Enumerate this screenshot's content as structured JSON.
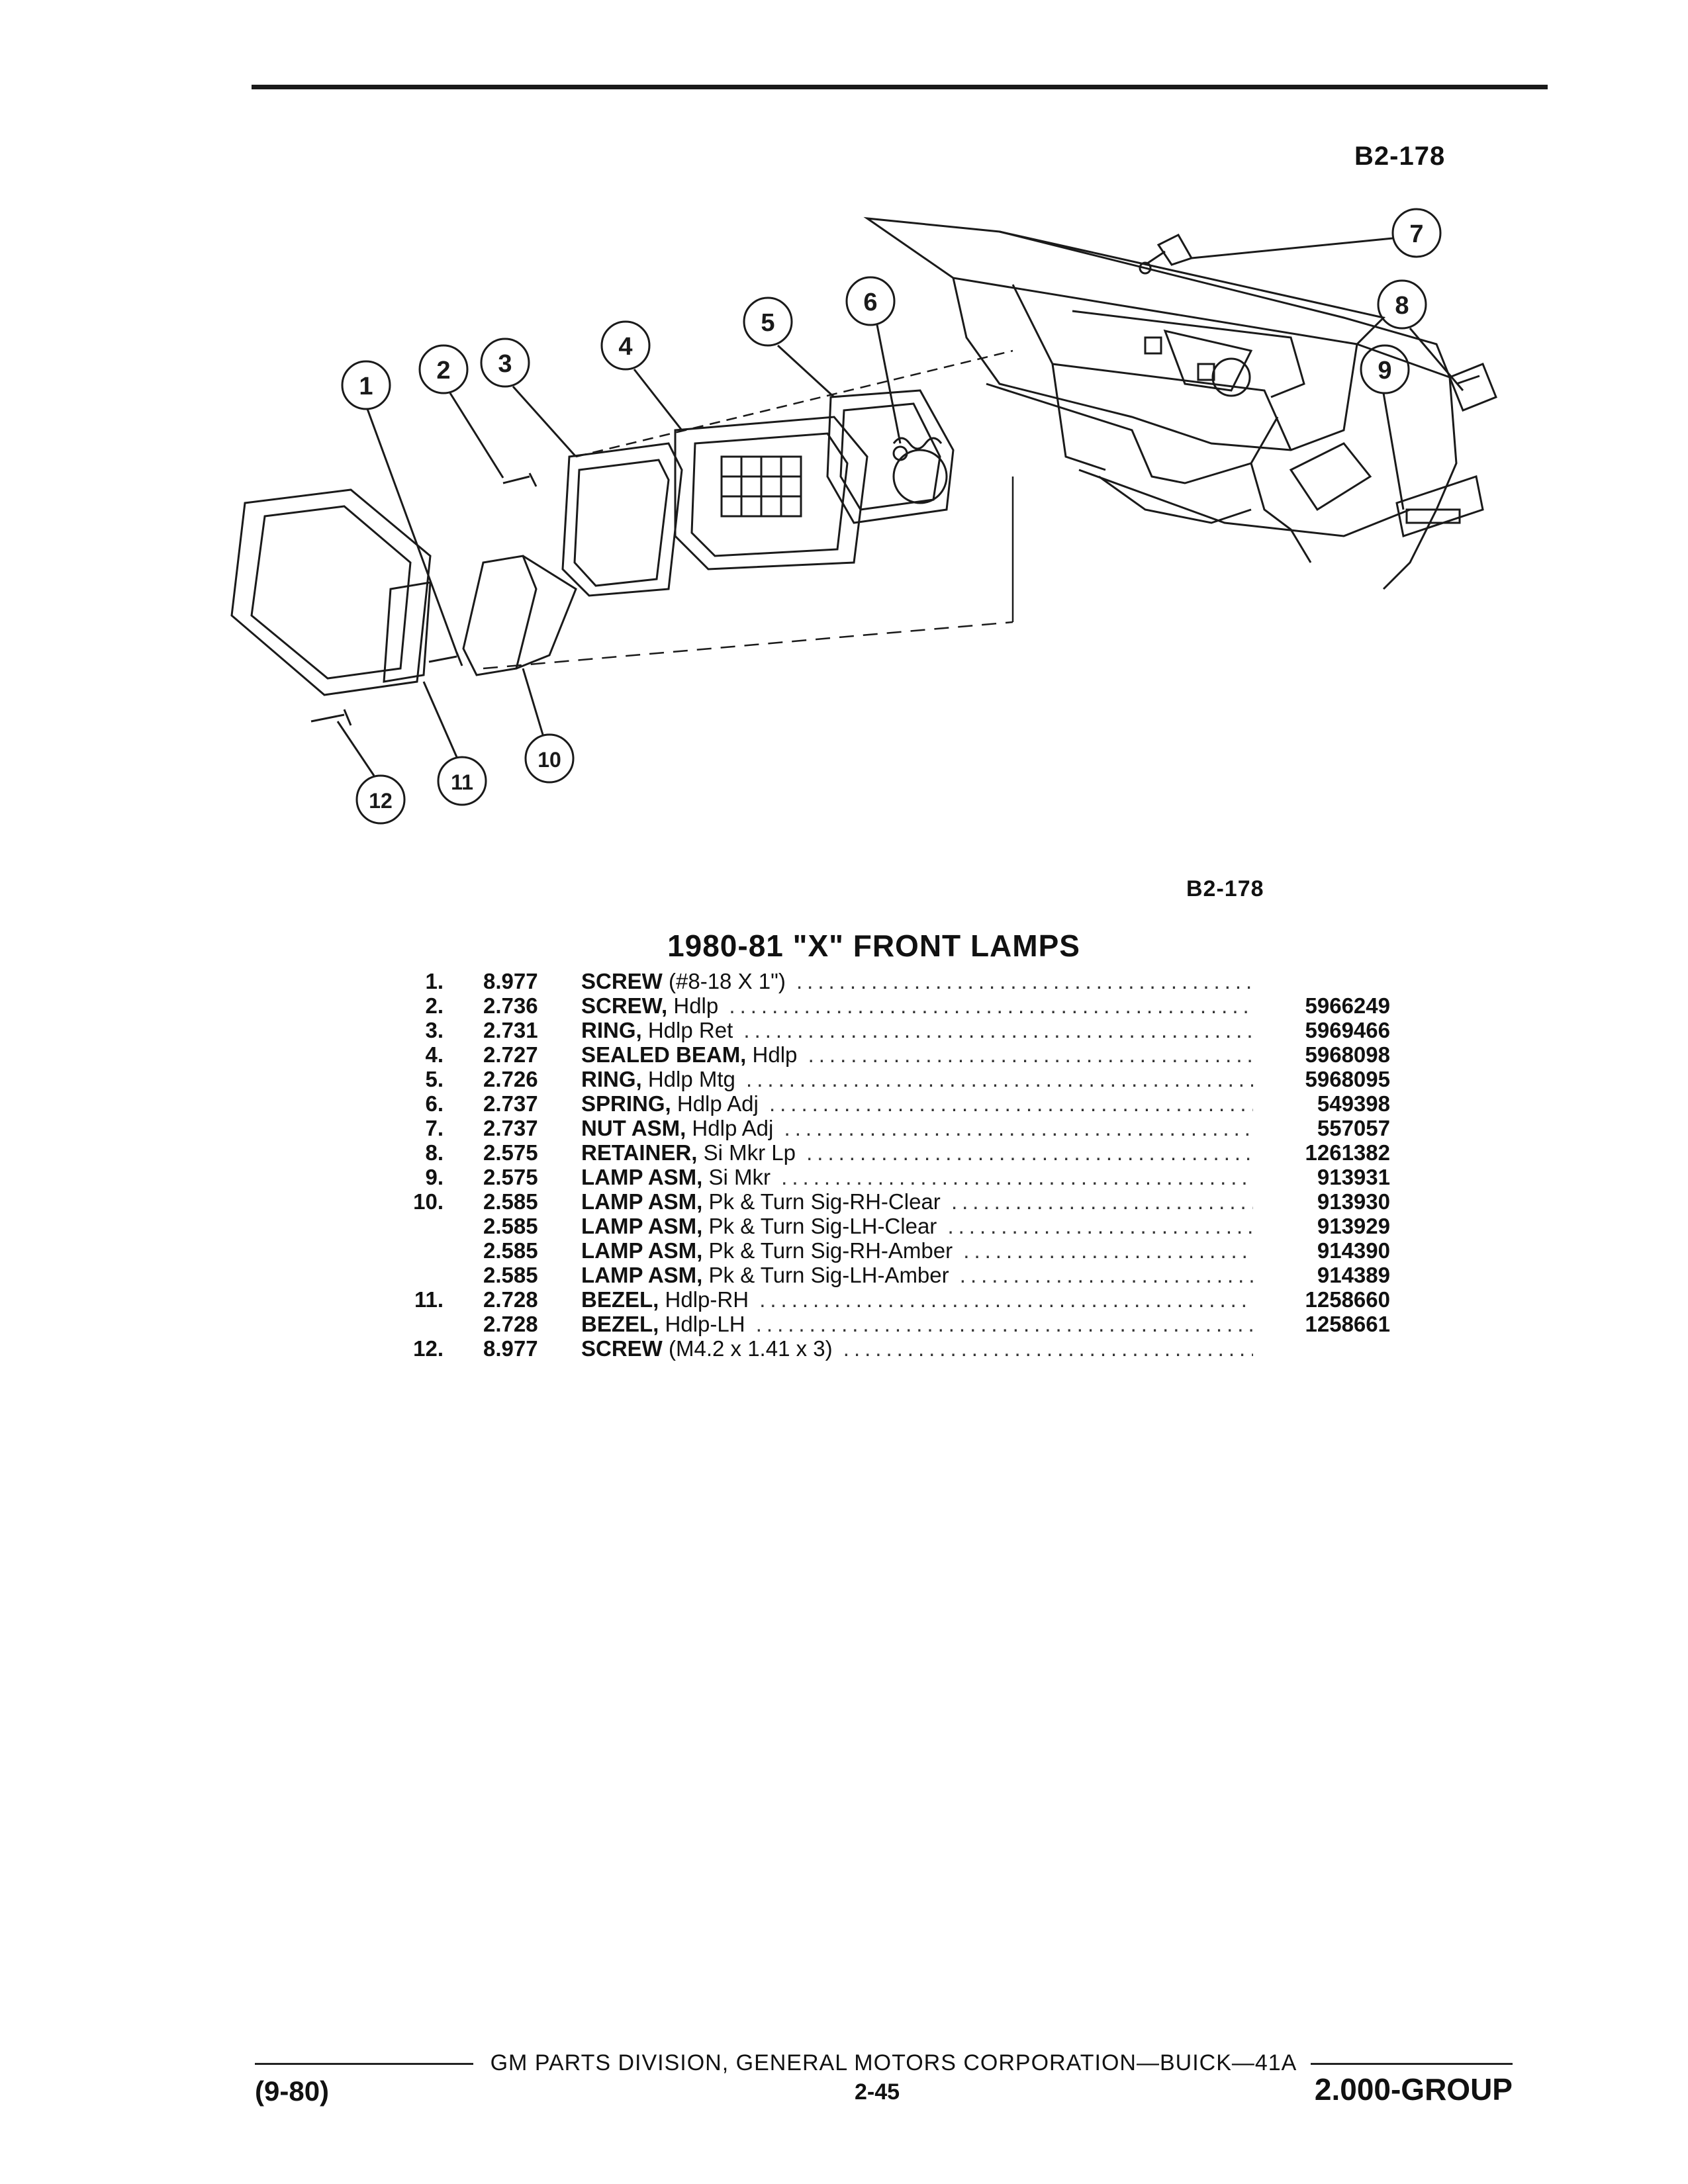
{
  "figure": {
    "id_top": "B2-178",
    "id_bottom": "B2-178",
    "callouts": [
      "1",
      "2",
      "3",
      "4",
      "5",
      "6",
      "7",
      "8",
      "9",
      "10",
      "11",
      "12"
    ]
  },
  "section": {
    "title": "1980-81 \"X\" FRONT LAMPS"
  },
  "parts": [
    {
      "index": "1.",
      "code": "8.977",
      "name": "SCREW",
      "detail": " (#8-18 X 1\")",
      "part_number": ""
    },
    {
      "index": "2.",
      "code": "2.736",
      "name": "SCREW,",
      "detail": " Hdlp",
      "part_number": "5966249"
    },
    {
      "index": "3.",
      "code": "2.731",
      "name": "RING,",
      "detail": " Hdlp Ret",
      "part_number": "5969466"
    },
    {
      "index": "4.",
      "code": "2.727",
      "name": "SEALED BEAM,",
      "detail": " Hdlp",
      "part_number": "5968098"
    },
    {
      "index": "5.",
      "code": "2.726",
      "name": "RING,",
      "detail": " Hdlp Mtg",
      "part_number": "5968095"
    },
    {
      "index": "6.",
      "code": "2.737",
      "name": "SPRING,",
      "detail": " Hdlp Adj",
      "part_number": "549398"
    },
    {
      "index": "7.",
      "code": "2.737",
      "name": "NUT ASM,",
      "detail": " Hdlp Adj",
      "part_number": "557057"
    },
    {
      "index": "8.",
      "code": "2.575",
      "name": "RETAINER,",
      "detail": " Si Mkr Lp",
      "part_number": "1261382"
    },
    {
      "index": "9.",
      "code": "2.575",
      "name": "LAMP ASM,",
      "detail": " Si Mkr",
      "part_number": "913931"
    },
    {
      "index": "10.",
      "code": "2.585",
      "name": "LAMP ASM,",
      "detail": " Pk & Turn Sig-RH-Clear",
      "part_number": "913930"
    },
    {
      "index": "",
      "code": "2.585",
      "name": "LAMP ASM,",
      "detail": " Pk & Turn Sig-LH-Clear",
      "part_number": "913929"
    },
    {
      "index": "",
      "code": "2.585",
      "name": "LAMP ASM,",
      "detail": " Pk & Turn Sig-RH-Amber",
      "part_number": "914390"
    },
    {
      "index": "",
      "code": "2.585",
      "name": "LAMP ASM,",
      "detail": " Pk & Turn Sig-LH-Amber",
      "part_number": "914389"
    },
    {
      "index": "11.",
      "code": "2.728",
      "name": "BEZEL,",
      "detail": " Hdlp-RH",
      "part_number": "1258660"
    },
    {
      "index": "",
      "code": "2.728",
      "name": "BEZEL,",
      "detail": " Hdlp-LH",
      "part_number": "1258661"
    },
    {
      "index": "12.",
      "code": "8.977",
      "name": "SCREW",
      "detail": " (M4.2 x 1.41 x 3)",
      "part_number": ""
    }
  ],
  "footer": {
    "center": "GM PARTS DIVISION, GENERAL MOTORS CORPORATION—BUICK—41A",
    "page": "2-45",
    "date": "(9-80)",
    "group": "2.000-GROUP"
  }
}
